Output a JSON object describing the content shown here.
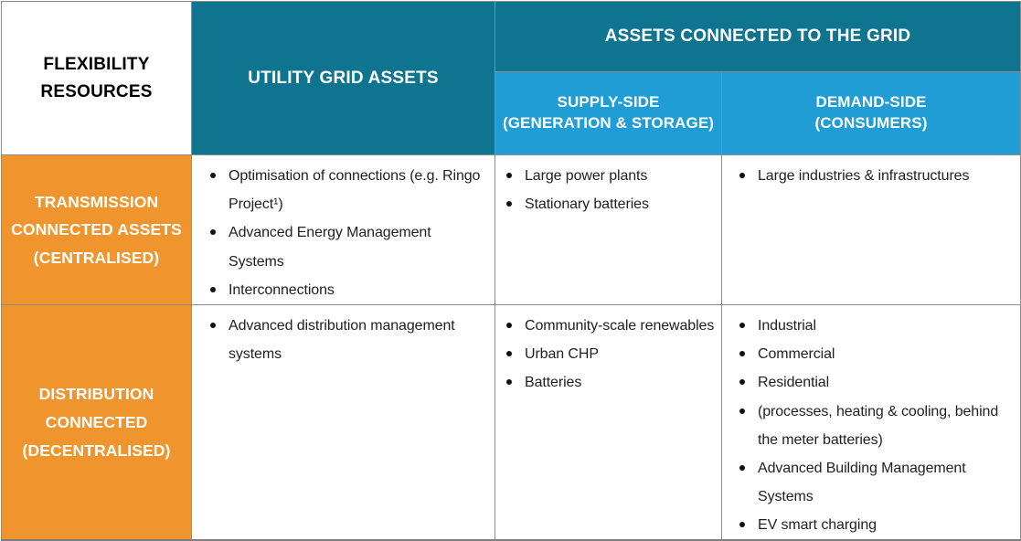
{
  "colors": {
    "dark_teal": "#0F7490",
    "light_blue": "#1F9DD4",
    "orange": "#F0942D",
    "border_gray": "#8C8C8C",
    "header_text": "#FFFFFF",
    "body_text": "#1F1F1F"
  },
  "header": {
    "flexibility_resources": "FLEXIBILITY\nRESOURCES",
    "utility_grid_assets": "UTILITY GRID ASSETS",
    "assets_connected_group": "ASSETS CONNECTED TO THE GRID",
    "supply_side": "SUPPLY-SIDE\n(GENERATION & STORAGE)",
    "demand_side": "DEMAND-SIDE\n(CONSUMERS)"
  },
  "rows": [
    {
      "label": "TRANSMISSION\nCONNECTED ASSETS\n(CENTRALISED)",
      "utility_grid_assets": [
        "Optimisation of connections (e.g. Ringo Project¹)",
        "Advanced Energy Management Systems",
        "Interconnections"
      ],
      "supply_side": [
        "Large power plants",
        "Stationary batteries"
      ],
      "demand_side": [
        "Large industries & infrastructures"
      ]
    },
    {
      "label": "DISTRIBUTION\nCONNECTED\n(DECENTRALISED)",
      "utility_grid_assets": [
        "Advanced distribution management systems"
      ],
      "supply_side": [
        "Community-scale renewables",
        "Urban CHP",
        "Batteries"
      ],
      "demand_side": [
        "Industrial",
        "Commercial",
        "Residential",
        "(processes, heating & cooling, behind the meter batteries)",
        "Advanced Building Management Systems",
        "EV smart charging"
      ]
    }
  ]
}
